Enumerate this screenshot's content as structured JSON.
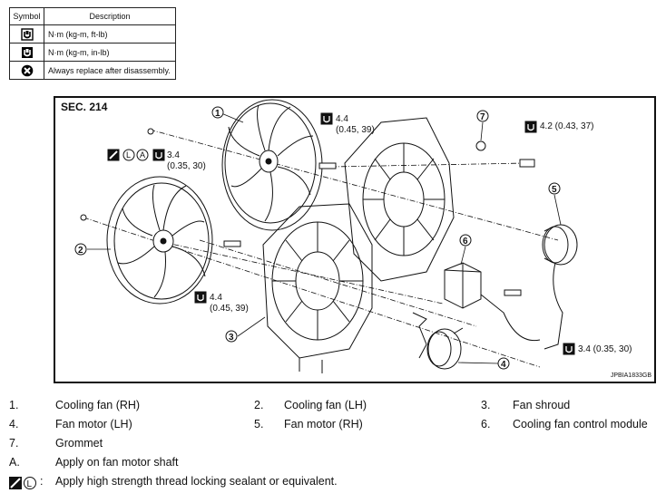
{
  "legend": {
    "header_symbol": "Symbol",
    "header_description": "Description",
    "rows": [
      {
        "icon": "torque-wrench-icon",
        "description": "N·m (kg-m, ft-lb)"
      },
      {
        "icon": "torque-wrench-small-icon",
        "description": "N·m (kg-m, in-lb)"
      },
      {
        "icon": "replace-x-icon",
        "description": "Always replace after disassembly."
      }
    ]
  },
  "diagram": {
    "section": "SEC. 214",
    "figure_id": "JPBIA1833GB",
    "callouts": {
      "top_torque": "4.4\n(0.45, 39)",
      "left_torque": "3.4\n(0.35, 30)",
      "lower_torque": "4.4\n(0.45, 39)",
      "right_top_torque": "4.2 (0.43, 37)",
      "right_bottom_torque": "3.4 (0.35, 30)",
      "mark_L": "L",
      "mark_A": "A"
    },
    "part_markers": [
      "1",
      "2",
      "3",
      "4",
      "5",
      "6",
      "7"
    ]
  },
  "parts": [
    {
      "num": "1.",
      "name": "Cooling fan (RH)"
    },
    {
      "num": "2.",
      "name": "Cooling fan (LH)"
    },
    {
      "num": "3.",
      "name": "Fan shroud"
    },
    {
      "num": "4.",
      "name": "Fan motor (LH)"
    },
    {
      "num": "5.",
      "name": "Fan motor (RH)"
    },
    {
      "num": "6.",
      "name": "Cooling fan control module"
    },
    {
      "num": "7.",
      "name": "Grommet"
    }
  ],
  "notes": [
    {
      "num": "A.",
      "text": "Apply on fan motor shaft"
    },
    {
      "num": ":",
      "text": "Apply high strength thread locking sealant or equivalent.",
      "mark": "L"
    }
  ]
}
